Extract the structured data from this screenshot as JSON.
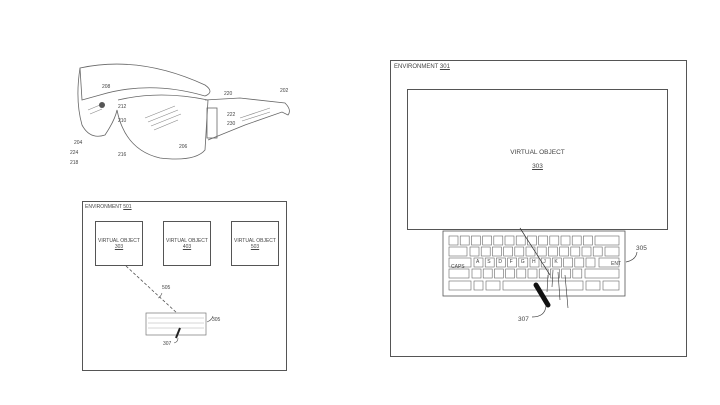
{
  "glasses_figure": {
    "labels": [
      "208",
      "212",
      "210",
      "220",
      "222",
      "230",
      "206",
      "202",
      "204",
      "216",
      "218",
      "224"
    ]
  },
  "fig_left": {
    "environment_label": "ENVIRONMENT",
    "environment_ref": "501",
    "objects": [
      {
        "label": "VIRTUAL OBJECT",
        "ref": "303"
      },
      {
        "label": "VIRTUAL OBJECT",
        "ref": "403"
      },
      {
        "label": "VIRTUAL OBJECT",
        "ref": "503"
      }
    ],
    "ray_ref": "505",
    "keyboard_ref": "305",
    "hand_ref": "307"
  },
  "fig_right": {
    "environment_label": "ENVIRONMENT",
    "environment_ref": "301",
    "object": {
      "label": "VIRTUAL OBJECT",
      "ref": "303"
    },
    "keyboard_ref": "305",
    "hand_ref": "307",
    "keys": {
      "caps": "CAPS",
      "enter": "ENT",
      "letters": [
        "A",
        "S",
        "D",
        "F",
        "G",
        "H",
        "J",
        "K"
      ]
    }
  }
}
